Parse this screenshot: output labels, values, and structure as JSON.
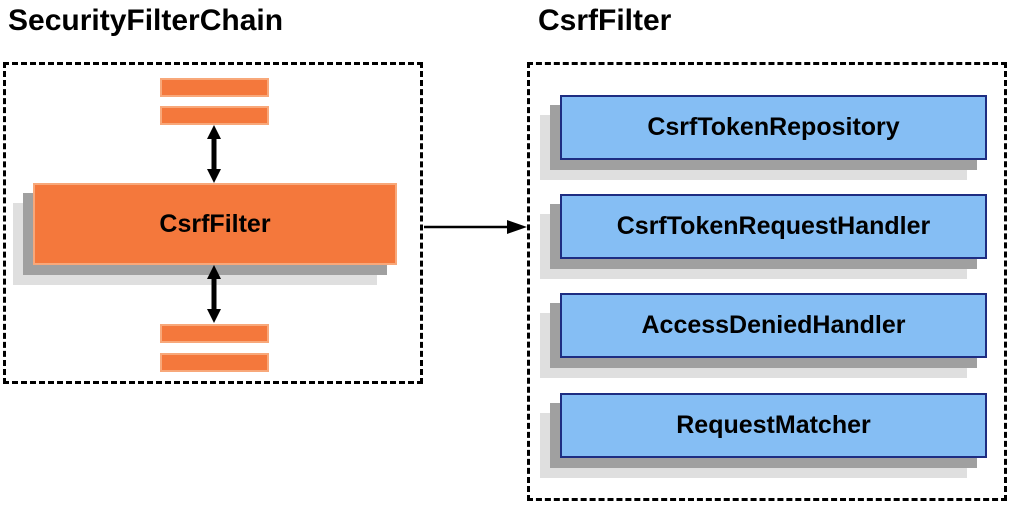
{
  "diagram": {
    "left_panel": {
      "title": "SecurityFilterChain",
      "filter_box_label": "CsrfFilter"
    },
    "right_panel": {
      "title": "CsrfFilter",
      "components": [
        {
          "label": "CsrfTokenRepository"
        },
        {
          "label": "CsrfTokenRequestHandler"
        },
        {
          "label": "AccessDeniedHandler"
        },
        {
          "label": "RequestMatcher"
        }
      ]
    },
    "icons": {
      "top_connector": "double-arrow-vertical",
      "bottom_connector": "double-arrow-vertical",
      "link_connector": "arrow-right"
    },
    "colors": {
      "orange_fill": "#F4783C",
      "orange_border": "#F8A87A",
      "blue_fill": "#85BEF4",
      "blue_border": "#1E2D82",
      "shadow_dark": "#A0A0A0",
      "shadow_light": "#DFDFDF",
      "arrow": "#000000",
      "dashed_border": "#000000",
      "text": "#000000"
    }
  }
}
